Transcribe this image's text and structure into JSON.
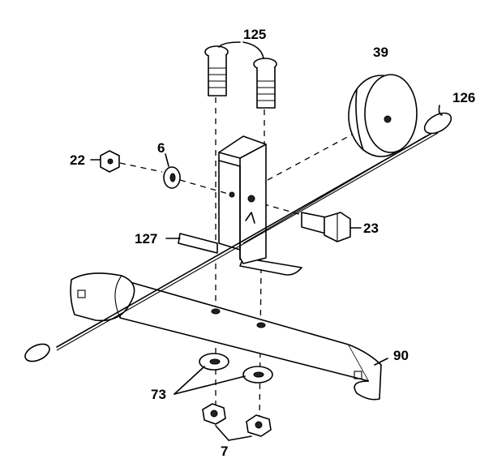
{
  "diagram": {
    "labels": {
      "bolts_top": "125",
      "pulley": "39",
      "cable": "126",
      "nut_left": "22",
      "washer_left": "6",
      "bracket_pad": "127",
      "bolt_right": "23",
      "base_bar": "90",
      "washers_bottom": "73",
      "nuts_bottom": "7"
    }
  }
}
